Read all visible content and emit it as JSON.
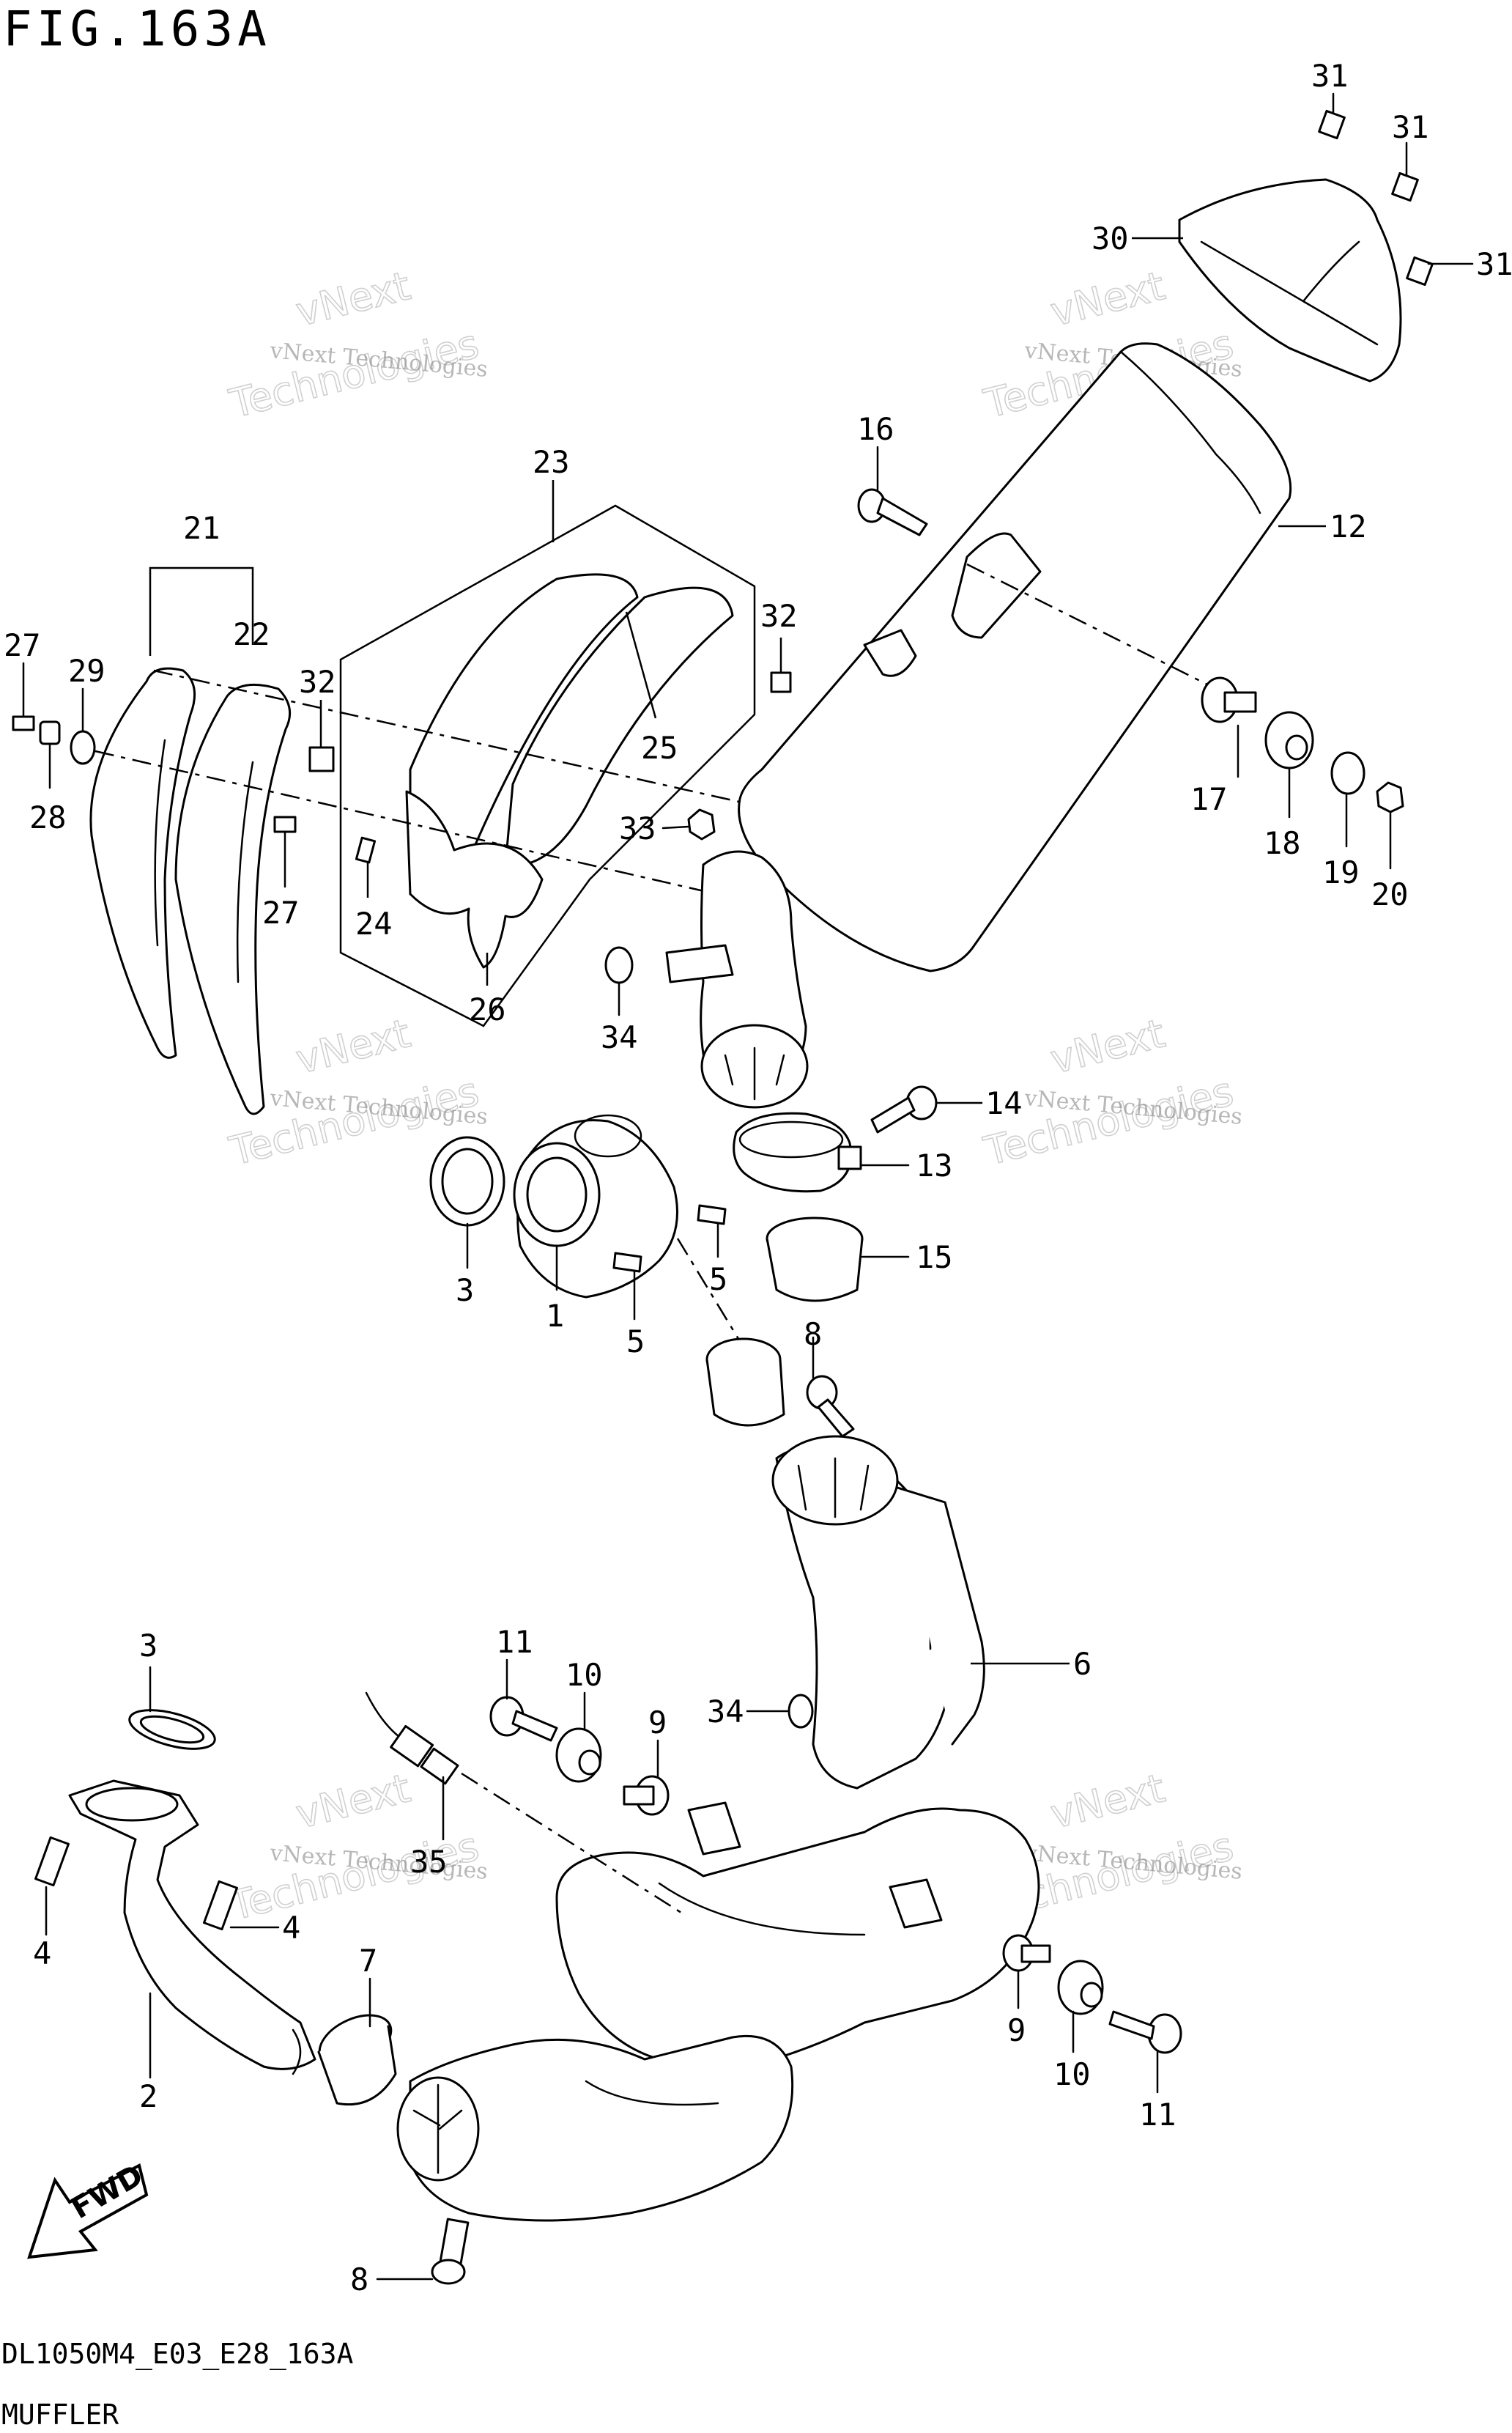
{
  "figure": {
    "title": "FIG.163A",
    "code": "DL1050M4_E03_E28_163A",
    "name": "MUFFLER"
  },
  "watermark": {
    "line1": "vNext Technologies",
    "line2": "vNext",
    "line3": "Technologies"
  },
  "fwd_label": "FWD",
  "callouts": {
    "c1": "1",
    "c2": "2",
    "c3a": "3",
    "c3b": "3",
    "c4a": "4",
    "c4b": "4",
    "c5a": "5",
    "c5b": "5",
    "c6": "6",
    "c7": "7",
    "c8a": "8",
    "c8b": "8",
    "c9a": "9",
    "c9b": "9",
    "c10a": "10",
    "c10b": "10",
    "c11a": "11",
    "c11b": "11",
    "c12": "12",
    "c13": "13",
    "c14": "14",
    "c15": "15",
    "c16": "16",
    "c17": "17",
    "c18": "18",
    "c19": "19",
    "c20": "20",
    "c21": "21",
    "c22": "22",
    "c23": "23",
    "c24": "24",
    "c25": "25",
    "c26": "26",
    "c27a": "27",
    "c27b": "27",
    "c28": "28",
    "c29": "29",
    "c30": "30",
    "c31a": "31",
    "c31b": "31",
    "c31c": "31",
    "c32a": "32",
    "c32b": "32",
    "c33": "33",
    "c34a": "34",
    "c34b": "34",
    "c35": "35"
  }
}
